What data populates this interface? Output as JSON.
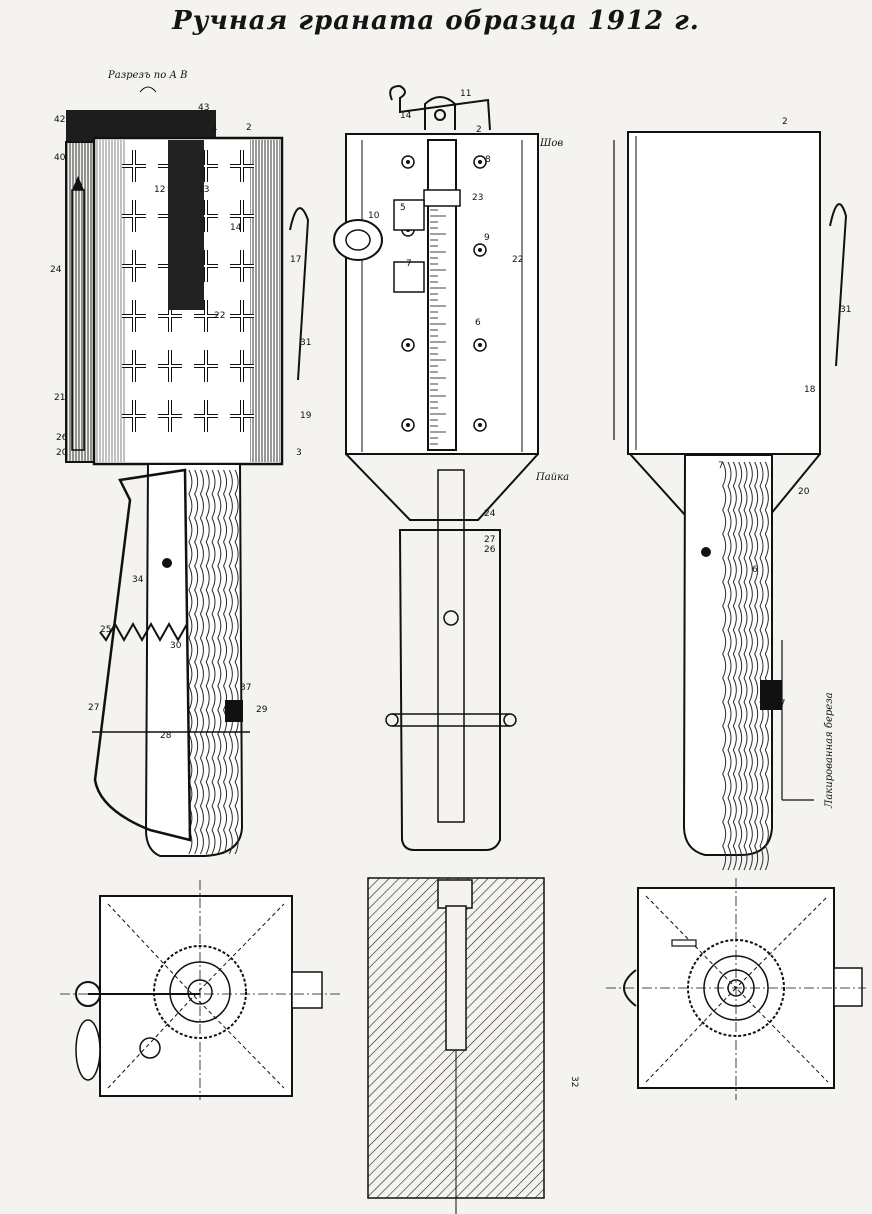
{
  "title": "Ручная граната образца 1912 г.",
  "labels": {
    "section": "Разрезъ по А В",
    "seam": "Шов",
    "solder": "Пайка",
    "handle_note": "Лакированная береза",
    "page_number": "32"
  },
  "numbers": {
    "left": [
      "1",
      "2",
      "3",
      "12",
      "13",
      "14",
      "17",
      "19",
      "20",
      "21",
      "22",
      "24",
      "25",
      "26",
      "27",
      "28",
      "29",
      "30",
      "31",
      "34",
      "37",
      "40",
      "42",
      "43"
    ],
    "middle": [
      "2",
      "5",
      "6",
      "7",
      "8",
      "9",
      "10",
      "11",
      "14",
      "22",
      "23",
      "24",
      "26",
      "27"
    ],
    "right": [
      "2",
      "6",
      "7",
      "18",
      "20",
      "31",
      "37"
    ]
  },
  "colors": {
    "ink": "#141414",
    "paper": "#f4f3ef",
    "wood": "#2a2a2a"
  }
}
